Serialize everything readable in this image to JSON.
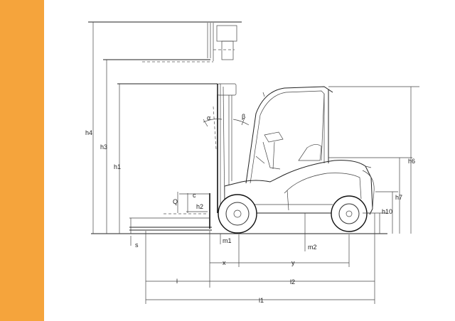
{
  "colors": {
    "side_bar": "#F5A43C",
    "line": "#222222"
  },
  "labels": {
    "h4": "h4",
    "h3": "h3",
    "h1": "h1",
    "h6": "h6",
    "h7": "h7",
    "h10": "h10",
    "h2": "h2",
    "Q": "Q",
    "c": "c",
    "alpha": "α",
    "beta": "β",
    "s": "s",
    "m1": "m1",
    "m2": "m2",
    "x": "x",
    "y": "y",
    "l": "l",
    "l2": "l2",
    "l1": "l1"
  }
}
